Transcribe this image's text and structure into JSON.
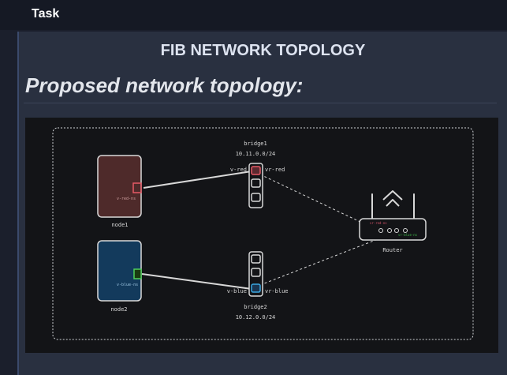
{
  "header": {
    "title": "Task"
  },
  "panel": {
    "heading": "FIB NETWORK TOPOLOGY",
    "subheading": "Proposed network topology:"
  },
  "diagram": {
    "bridge1": {
      "name": "bridge1",
      "subnet": "10.11.0.0/24",
      "port_left": "v-red",
      "port_right": "vr-red"
    },
    "bridge2": {
      "name": "bridge2",
      "subnet": "10.12.0.0/24",
      "port_left": "v-blue",
      "port_right": "vr-blue"
    },
    "node1": {
      "name": "node1",
      "iface": "v-red-ns"
    },
    "node2": {
      "name": "node2",
      "iface": "v-blue-ns"
    },
    "router": {
      "name": "Router",
      "iface_red": "vr-red-ns",
      "iface_blue": "vr-blue-ns"
    },
    "colors": {
      "red": "#d9536b",
      "blue": "#3aa6e0",
      "green": "#3fbf4a"
    }
  }
}
